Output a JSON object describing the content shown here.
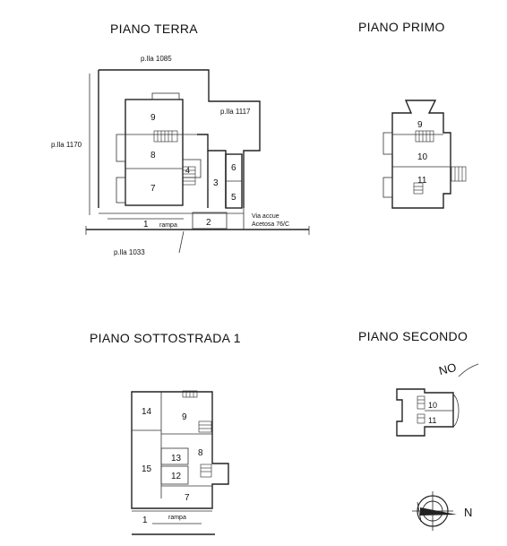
{
  "titles": {
    "ground": "PIANO TERRA",
    "first": "PIANO PRIMO",
    "basement": "PIANO  SOTTOSTRADA 1",
    "second": "PIANO SECONDO"
  },
  "ground": {
    "parcel_top": "p.lla 1085",
    "parcel_right": "p.lla 1117",
    "parcel_left": "p.lla 1170",
    "parcel_bottom": "p.lla 1033",
    "street_line1": "Via accue",
    "street_line2": "Acetosa 76/C",
    "ramp": "rampa",
    "rooms": [
      "9",
      "8",
      "7",
      "4",
      "3",
      "6",
      "5",
      "1",
      "2"
    ]
  },
  "first": {
    "rooms": [
      "9",
      "10",
      "11"
    ]
  },
  "basement": {
    "ramp": "rampa",
    "rooms": [
      "14",
      "9",
      "8",
      "13",
      "12",
      "15",
      "7",
      "1"
    ]
  },
  "second": {
    "rooms": [
      "10",
      "11"
    ],
    "handwriting": "NO"
  },
  "compass": {
    "north": "N"
  }
}
